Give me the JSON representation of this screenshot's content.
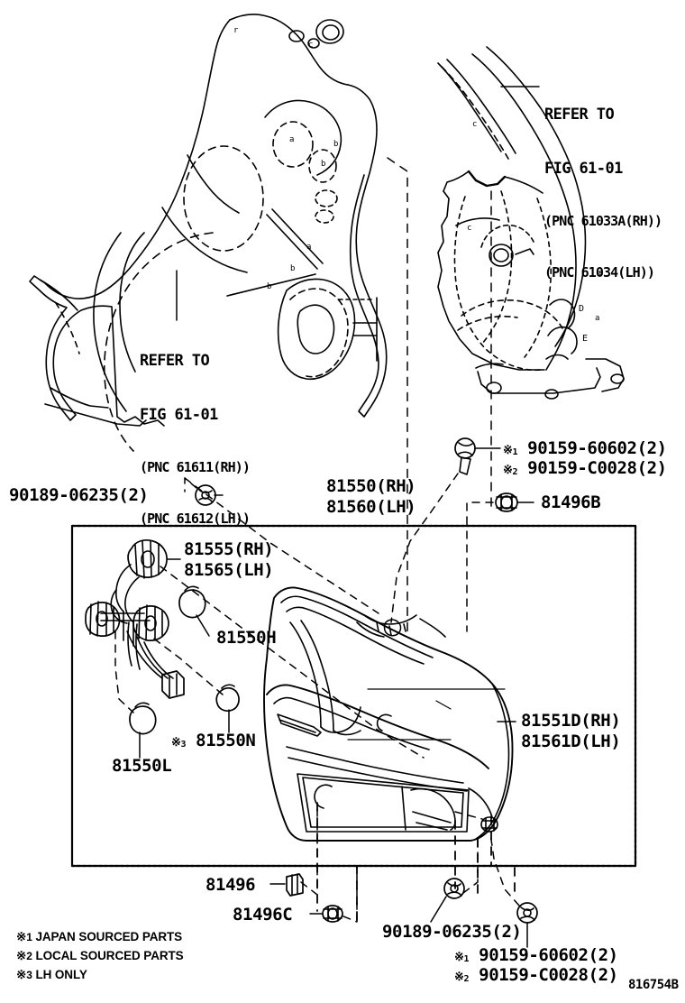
{
  "diagram": {
    "drawing_number": "816754B",
    "title_refs": [
      {
        "id": "ref-left",
        "line1": "REFER TO",
        "line2": "FIG 61-01",
        "line3": "(PNC 61611(RH))",
        "line4": "(PNC 61612(LH))"
      },
      {
        "id": "ref-right",
        "line1": "REFER TO",
        "line2": "FIG 61-01",
        "line3": "(PNC 61033A(RH))",
        "line4": "(PNC 61034(LH))"
      }
    ],
    "callouts": [
      {
        "id": "c-90189-top",
        "text": "90189-06235(2)"
      },
      {
        "id": "c-81550-rh",
        "text": "81550(RH)"
      },
      {
        "id": "c-81560-lh",
        "text": "81560(LH)"
      },
      {
        "id": "c-90159-60602-top",
        "mark": "1",
        "text": "90159-60602(2)"
      },
      {
        "id": "c-90159-C0028-top",
        "mark": "2",
        "text": "90159-C0028(2)"
      },
      {
        "id": "c-81496b",
        "text": "81496B"
      },
      {
        "id": "c-81555-rh",
        "text": "81555(RH)"
      },
      {
        "id": "c-81565-lh",
        "text": "81565(LH)"
      },
      {
        "id": "c-81550h",
        "text": "81550H"
      },
      {
        "id": "c-81550n",
        "mark": "3",
        "text": "81550N"
      },
      {
        "id": "c-81550l",
        "text": "81550L"
      },
      {
        "id": "c-81551d-rh",
        "text": "81551D(RH)"
      },
      {
        "id": "c-81561d-lh",
        "text": "81561D(LH)"
      },
      {
        "id": "c-81496",
        "text": "81496"
      },
      {
        "id": "c-81496c",
        "text": "81496C"
      },
      {
        "id": "c-90189-bottom",
        "text": "90189-06235(2)"
      },
      {
        "id": "c-90159-60602-bottom",
        "mark": "1",
        "text": "90159-60602(2)"
      },
      {
        "id": "c-90159-C0028-bottom",
        "mark": "2",
        "text": "90159-C0028(2)"
      }
    ],
    "legend": [
      {
        "mark": "1",
        "text": "JAPAN SOURCED PARTS"
      },
      {
        "mark": "2",
        "text": "LOCAL SOURCED PARTS"
      },
      {
        "mark": "3",
        "text": "LH ONLY"
      }
    ]
  }
}
